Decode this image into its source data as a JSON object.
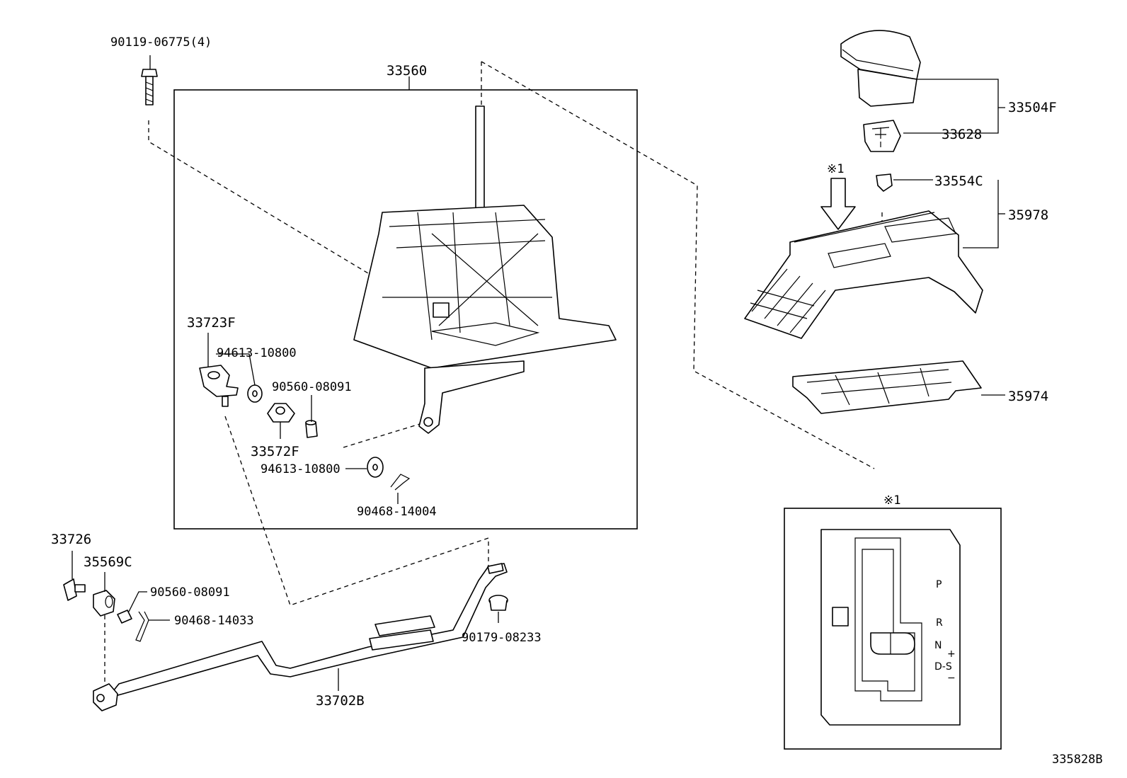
{
  "labels": {
    "bolt": "90119-06775(4)",
    "assembly": "33560",
    "knob_sub": "33504F",
    "knob_insert": "33628",
    "clip": "33554C",
    "bezel": "35978",
    "bracket": "35974",
    "plate": "33723F",
    "washer_a": "94613-10800",
    "bushing_a": "90560-08091",
    "retainer": "33572F",
    "washer_b": "94613-10800",
    "clip_a": "90468-14004",
    "pin": "33726",
    "boot": "35569C",
    "bushing_b": "90560-08091",
    "clip_b": "90468-14033",
    "grommet": "90179-08233",
    "rod": "33702B",
    "ref_mark": "※1",
    "ref_mark_detail": "※1",
    "figure_id": "335828B"
  },
  "gate": {
    "p": "P",
    "r": "R",
    "n": "N",
    "ds": "D-S",
    "plus": "+",
    "minus": "−"
  }
}
